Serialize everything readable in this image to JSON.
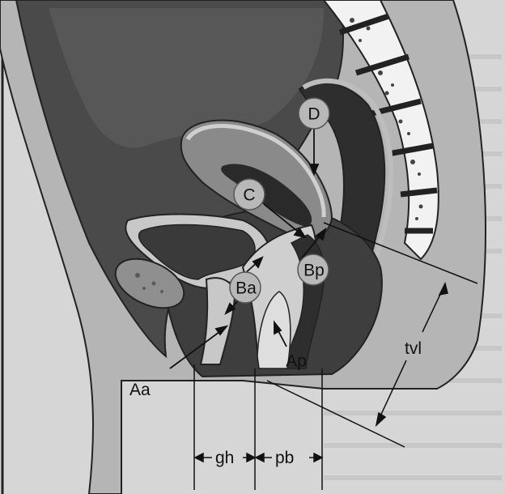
{
  "points": {
    "D": "D",
    "C": "C",
    "Bp": "Bp",
    "Ba": "Ba",
    "Aa": "Aa",
    "Ap": "Ap"
  },
  "measurements": {
    "tvl": "tvl",
    "gh": "gh",
    "pb": "pb"
  },
  "colors": {
    "background_page": "#d9d9d9",
    "body_light": "#b8b8b8",
    "cavity_dark": "#3a3a3a",
    "organ_mid": "#8a8a8a",
    "organ_wall": "#c8c8c8",
    "label_circle": "#b5b5b5",
    "bone": "#f2f2f2"
  }
}
